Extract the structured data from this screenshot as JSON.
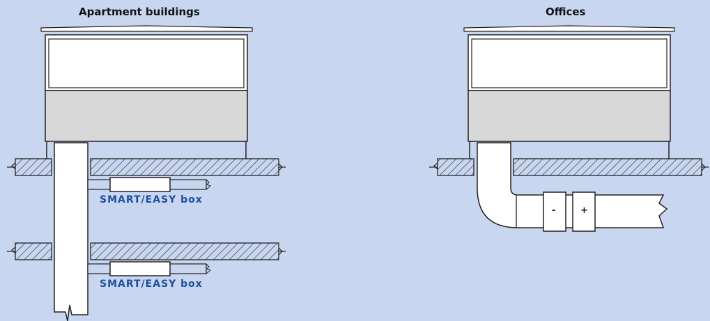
{
  "panels": {
    "left": {
      "title": "Apartment buildings"
    },
    "right": {
      "title": "Offices"
    }
  },
  "labels": {
    "box_upper": "SMART/EASY box",
    "box_lower": "SMART/EASY box",
    "minus_sign": "-",
    "plus_sign": "+"
  },
  "colors": {
    "background": "#c8d6ef",
    "building_upper": "#ffffff",
    "building_lower": "#d8d8d8",
    "label_blue": "#1d4ea0",
    "slab_fill": "#c8d6ef",
    "line": "#222222"
  }
}
